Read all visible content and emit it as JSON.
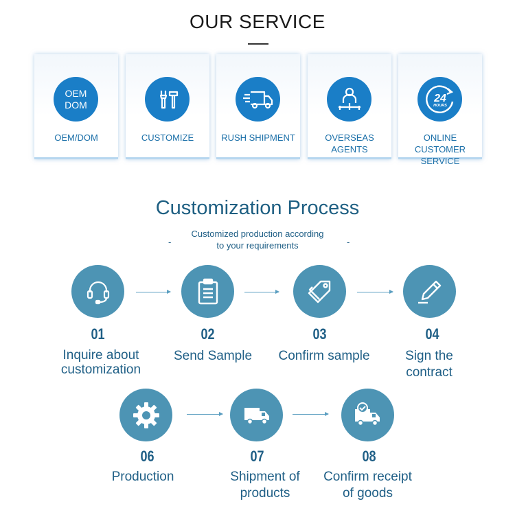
{
  "service": {
    "title": "OUR SERVICE",
    "cards": [
      {
        "label": "OEM/DOM",
        "icon_text": "OEM\nDOM",
        "icon": "oem-dom-icon"
      },
      {
        "label": "CUSTOMIZE",
        "icon": "tools-icon"
      },
      {
        "label": "RUSH SHIPMENT",
        "icon": "fast-truck-icon"
      },
      {
        "label": "OVERSEAS AGENTS",
        "icon": "agent-network-icon"
      },
      {
        "label": "ONLINE CUSTOMER\nSERVICE",
        "icon": "24-hours-icon",
        "icon_text_top": "24",
        "icon_text_bottom": "HOURS"
      }
    ]
  },
  "process": {
    "title": "Customization Process",
    "subtitle": "Customized production according\nto your requirements",
    "steps": [
      {
        "number": "01",
        "label": "Inquire about\ncustomization",
        "icon": "headset-icon"
      },
      {
        "number": "02",
        "label": "Send Sample",
        "icon": "clipboard-icon"
      },
      {
        "number": "03",
        "label": "Confirm sample",
        "icon": "tag-icon"
      },
      {
        "number": "04",
        "label": "Sign the\ncontract",
        "icon": "pen-icon"
      },
      {
        "number": "06",
        "label": "Production",
        "icon": "gear-icon"
      },
      {
        "number": "07",
        "label": "Shipment of\nproducts",
        "icon": "truck-icon"
      },
      {
        "number": "08",
        "label": "Confirm receipt\nof goods",
        "icon": "delivered-truck-icon"
      }
    ]
  },
  "colors": {
    "service_blue": "#1a7ec7",
    "process_circle": "#4d94b4",
    "process_text": "#1f5f86"
  }
}
